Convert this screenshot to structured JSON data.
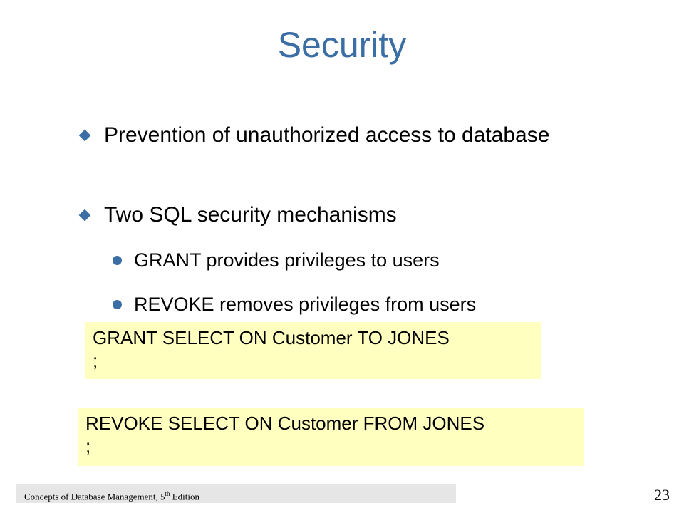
{
  "slide": {
    "title": "Security",
    "bullets": [
      {
        "text": "Prevention of unauthorized access to database"
      },
      {
        "text": "Two SQL security mechanisms"
      }
    ],
    "sub_bullets": [
      {
        "text": "GRANT provides privileges to users"
      },
      {
        "text": "REVOKE removes privileges from users"
      }
    ],
    "code_examples": [
      {
        "line1": "GRANT SELECT ON Customer TO JONES",
        "line2": ";"
      },
      {
        "line1": "REVOKE SELECT ON Customer FROM JONES",
        "line2": ";"
      }
    ]
  },
  "footer": {
    "book_title_before": "Concepts of Database Management, 5",
    "book_title_sup": "th",
    "book_title_after": " Edition",
    "page_number": "23"
  },
  "colors": {
    "title": "#3a6ea5",
    "bullet_marker": "#3a6ea5",
    "code_background": "#ffffc0",
    "footer_background": "#e6e6e6"
  },
  "icons": {
    "level1_marker": "diamond-bullet-icon",
    "level2_marker": "circle-bullet-icon"
  }
}
